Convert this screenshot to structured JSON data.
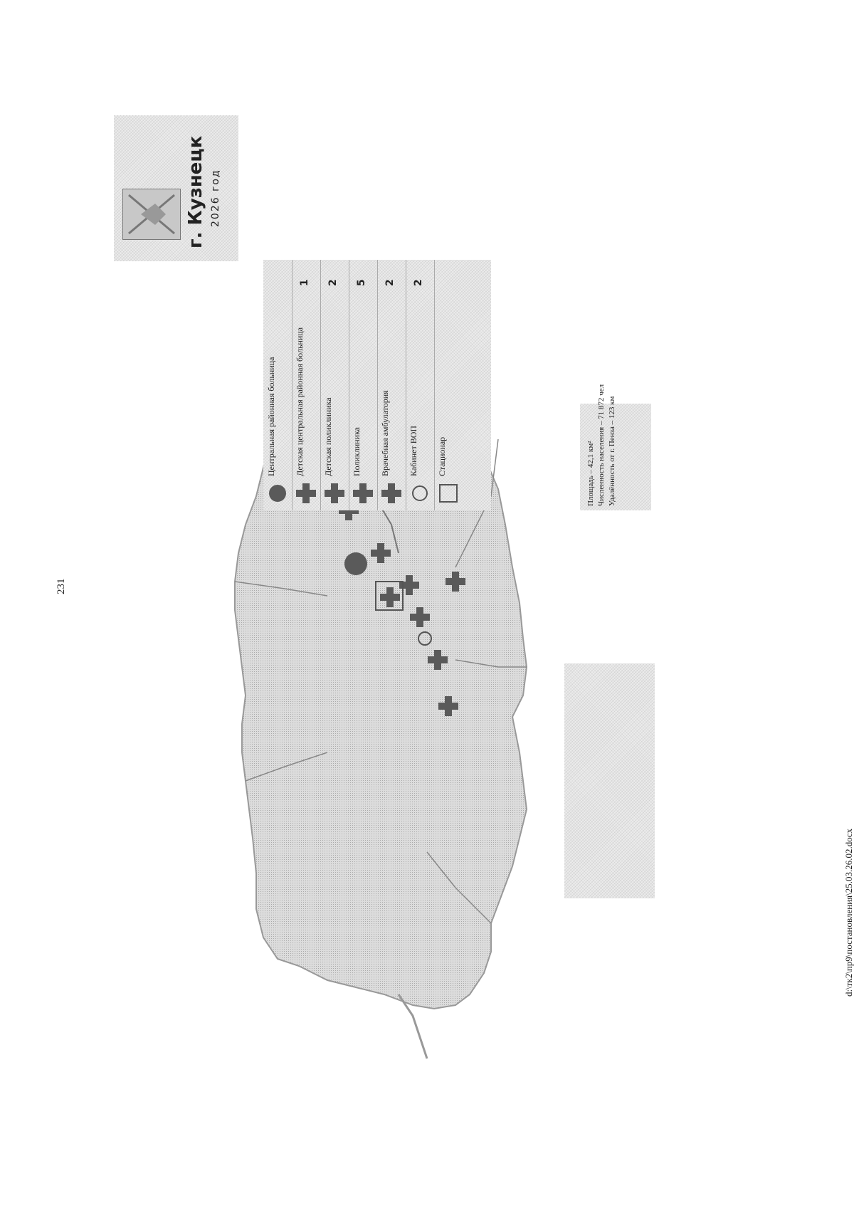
{
  "page_number": "231",
  "footer_path": "d:\\тк2\\пр9\\постановления\\25.03.26.02.docx",
  "header": {
    "city": "г. Кузнецк",
    "year": "2026 год"
  },
  "legend": {
    "items": [
      {
        "symbol": "circle-filled-icon",
        "label": "Центральная районная больница",
        "count": ""
      },
      {
        "symbol": "cross-icon",
        "label": "Детская центральная районная больница",
        "count": "1"
      },
      {
        "symbol": "cross-icon",
        "label": "Детская поликлиника",
        "count": "2"
      },
      {
        "symbol": "cross-icon",
        "label": "Поликлиника",
        "count": "5"
      },
      {
        "symbol": "cross-icon",
        "label": "Врачебная амбулатория",
        "count": "2"
      },
      {
        "symbol": "circle-outline-icon",
        "label": "Кабинет ВОП",
        "count": "2"
      },
      {
        "symbol": "square-outline-icon",
        "label": "Стационар",
        "count": ""
      }
    ]
  },
  "stats": {
    "area": "Площадь – 42,1 км²",
    "population": "Численность населения – 71 872 чел",
    "distance": "Удалённость от г. Пенза – 123 км"
  },
  "colors": {
    "map_fill": "#d9d9d9",
    "marker": "#555555",
    "hatch": "#ececec"
  }
}
